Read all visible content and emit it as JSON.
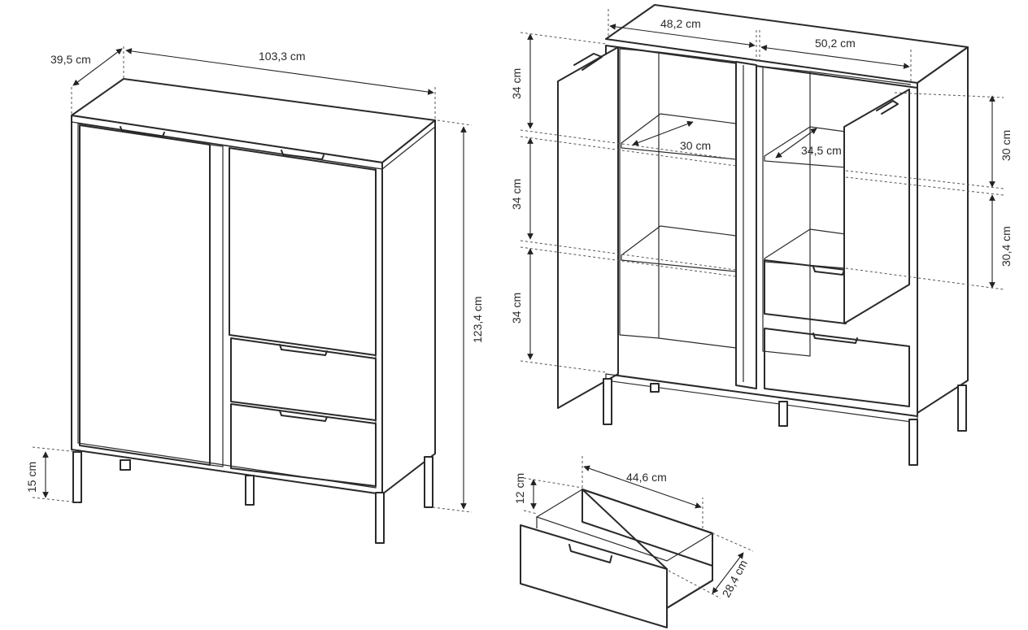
{
  "dimensions": {
    "closed_depth": "39,5 cm",
    "closed_width": "103,3 cm",
    "closed_height": "123,4 cm",
    "closed_leg_height": "15 cm",
    "open_left_width": "48,2 cm",
    "open_right_width": "50,2 cm",
    "open_left_section_1": "34 cm",
    "open_left_section_2": "34 cm",
    "open_left_section_3": "34 cm",
    "open_left_shelf_depth": "30 cm",
    "open_right_shelf_depth": "34,5 cm",
    "open_right_section_1": "30 cm",
    "open_right_section_2": "30,4 cm",
    "drawer_width": "44,6 cm",
    "drawer_height": "12 cm",
    "drawer_depth": "28,4 cm"
  }
}
